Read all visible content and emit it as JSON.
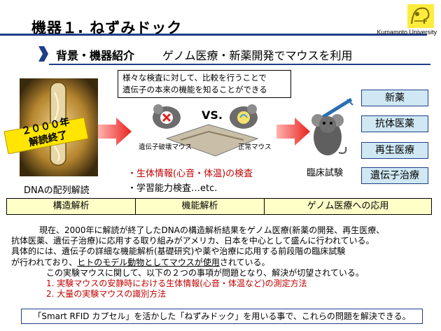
{
  "header": {
    "title": "機器１. ねずみドック",
    "university": "Kumamoto University"
  },
  "section": {
    "title": "背景・機器紹介",
    "subtitle": "ゲノム医療・新薬開発でマウスを利用"
  },
  "callout": {
    "line1": "様々な検査に対して、比較を行うことで",
    "line2": "遺伝子の本来の機能を知ることができる"
  },
  "dna": {
    "badge_line1": "２０００年",
    "badge_line2": "解読終了",
    "caption": "DNAの配列解読"
  },
  "comparison": {
    "vs": "VS.",
    "knockout_label": "遺伝子破壊マウス",
    "normal_label": "正常マウス"
  },
  "bullets": {
    "item1": "・生体情報(心音・体温)の検査",
    "item2": "・学習能力検査…etc."
  },
  "clinical": {
    "label": "臨床試験"
  },
  "applications": [
    "新薬",
    "抗体医薬",
    "再生医療",
    "遺伝子治療"
  ],
  "band": [
    "構造解析",
    "機能解析",
    "ゲノム医療への応用"
  ],
  "paragraph": {
    "l1": "現在、2000年に解読が終了したDNAの構造解析結果をゲノム医療(新薬の開発、再生医療、",
    "l2": "抗体医薬、遺伝子治療)に応用する取り組みがアメリカ、日本を中心として盛んに行われている。",
    "l3": "具体的には、遺伝子の詳細な機能解析(基礎研究)や薬や治療に応用する前段階の臨床試験",
    "l4a": "が行われており、",
    "l4b": "ヒトのモデル動物としてマウスが使用",
    "l4c": "されている。",
    "l5": "この実験マウスに関して、以下の２つの事項が問題となり、解決が切望されている。",
    "l6": "1. 実験マウスの安静時における生体情報(心音・体温など)の測定方法",
    "l7": "2. 大量の実験マウスの識別方法"
  },
  "footer": {
    "text": "「Smart RFID カプセル」を活かした「ねずみドック」を用いる事で、これらの問題を解決できる。"
  },
  "colors": {
    "accent_blue": "#1e3e8a",
    "box_fill": "#cfe8f3",
    "band_fill": "#ffffc8",
    "arrow_red": "#e8231e",
    "badge_yellow": "#ffe500",
    "text_red": "#c00000"
  }
}
